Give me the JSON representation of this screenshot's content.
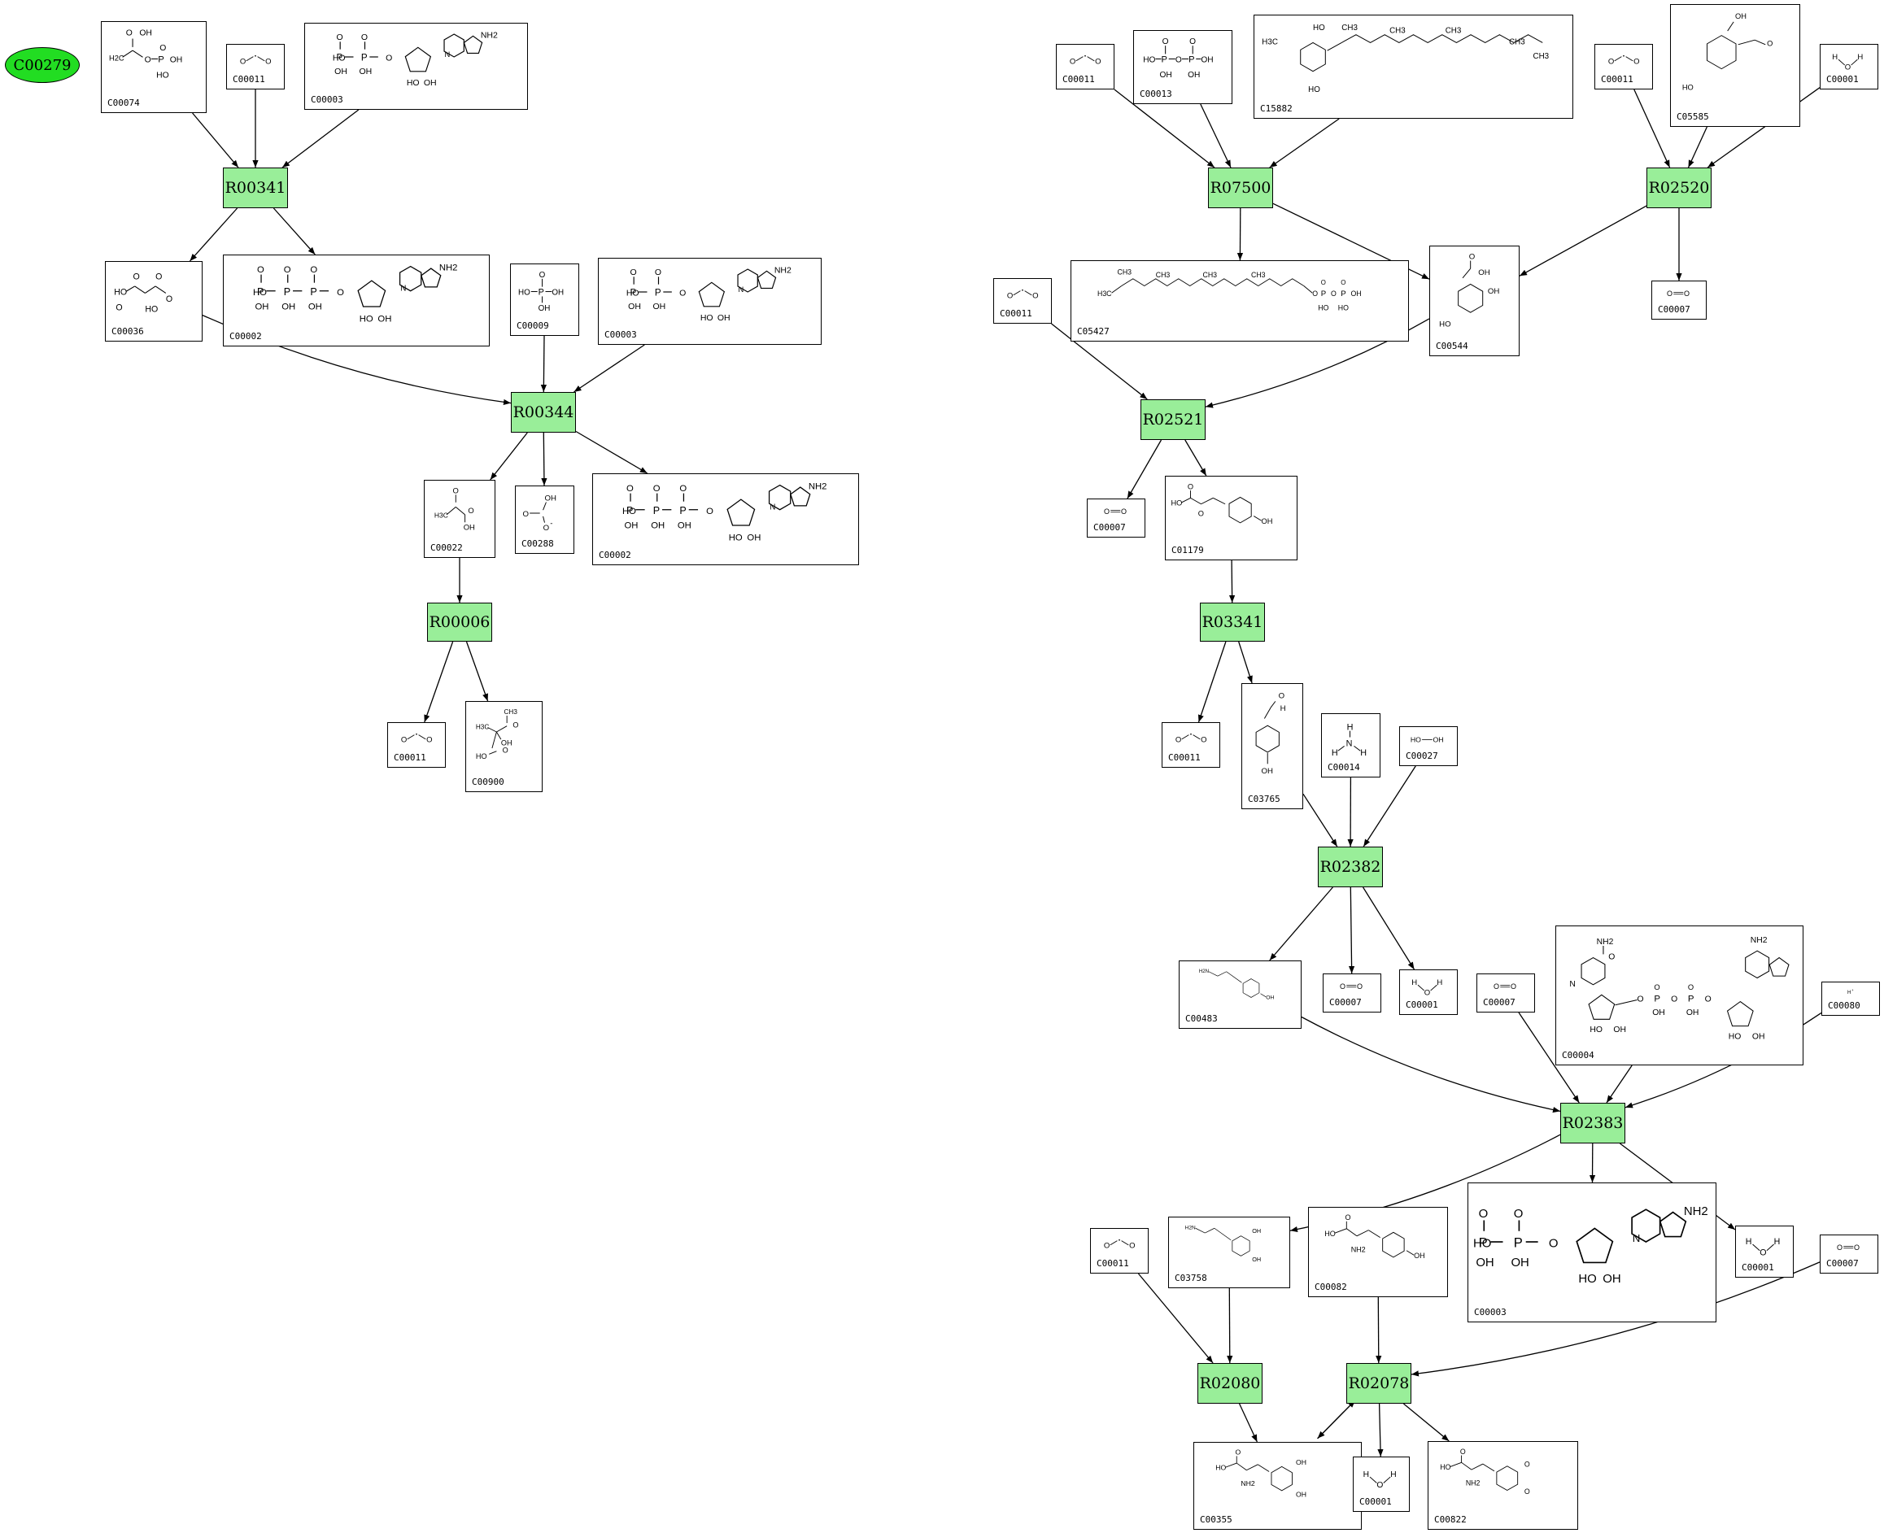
{
  "start_node": {
    "id": "C00279"
  },
  "reactions": [
    {
      "id": "R00341"
    },
    {
      "id": "R00344"
    },
    {
      "id": "R00006"
    },
    {
      "id": "R07500"
    },
    {
      "id": "R02520"
    },
    {
      "id": "R02521"
    },
    {
      "id": "R03341"
    },
    {
      "id": "R02382"
    },
    {
      "id": "R02383"
    },
    {
      "id": "R02080"
    },
    {
      "id": "R02078"
    }
  ],
  "compounds": [
    {
      "key": "n_C00074",
      "id": "C00074",
      "icon": "phosphoenolpyruvate-structure-icon"
    },
    {
      "key": "n_C00011a",
      "id": "C00011",
      "icon": "carbon-dioxide-structure-icon"
    },
    {
      "key": "n_C00003a",
      "id": "C00003",
      "icon": "nad-structure-icon"
    },
    {
      "key": "n_C00036",
      "id": "C00036",
      "icon": "oxaloacetate-structure-icon"
    },
    {
      "key": "n_C00002a",
      "id": "C00002",
      "icon": "atp-structure-icon"
    },
    {
      "key": "n_C00009",
      "id": "C00009",
      "icon": "phosphate-structure-icon"
    },
    {
      "key": "n_C00003b",
      "id": "C00003",
      "icon": "nad-structure-icon"
    },
    {
      "key": "n_C00022",
      "id": "C00022",
      "icon": "pyruvate-structure-icon"
    },
    {
      "key": "n_C00288",
      "id": "C00288",
      "icon": "bicarbonate-structure-icon"
    },
    {
      "key": "n_C00002b",
      "id": "C00002",
      "icon": "atp-structure-icon"
    },
    {
      "key": "n_C00011b",
      "id": "C00011",
      "icon": "carbon-dioxide-structure-icon"
    },
    {
      "key": "n_C00900",
      "id": "C00900",
      "icon": "acetolactate-structure-icon"
    },
    {
      "key": "n_C00011c",
      "id": "C00011",
      "icon": "carbon-dioxide-structure-icon"
    },
    {
      "key": "n_C00013",
      "id": "C00013",
      "icon": "diphosphate-structure-icon"
    },
    {
      "key": "n_C15882",
      "id": "C15882",
      "icon": "phytylhydroquinone-structure-icon"
    },
    {
      "key": "n_C00011d",
      "id": "C00011",
      "icon": "carbon-dioxide-structure-icon"
    },
    {
      "key": "n_C05585",
      "id": "C05585",
      "icon": "gentisaldehyde-structure-icon"
    },
    {
      "key": "n_C00001a",
      "id": "C00001",
      "icon": "water-structure-icon"
    },
    {
      "key": "n_C05427",
      "id": "C05427",
      "icon": "phytyl-diphosphate-structure-icon"
    },
    {
      "key": "n_C00011e",
      "id": "C00011",
      "icon": "carbon-dioxide-structure-icon"
    },
    {
      "key": "n_C00544",
      "id": "C00544",
      "icon": "homogentisate-structure-icon"
    },
    {
      "key": "n_C00007a",
      "id": "C00007",
      "icon": "oxygen-structure-icon"
    },
    {
      "key": "n_C00007b",
      "id": "C00007",
      "icon": "oxygen-structure-icon"
    },
    {
      "key": "n_C01179",
      "id": "C01179",
      "icon": "hydroxyphenylpyruvate-structure-icon"
    },
    {
      "key": "n_C00011f",
      "id": "C00011",
      "icon": "carbon-dioxide-structure-icon"
    },
    {
      "key": "n_C03765",
      "id": "C03765",
      "icon": "hydroxyphenylacetaldehyde-structure-icon"
    },
    {
      "key": "n_C00014",
      "id": "C00014",
      "icon": "ammonia-structure-icon"
    },
    {
      "key": "n_C00027",
      "id": "C00027",
      "icon": "hydrogen-peroxide-structure-icon"
    },
    {
      "key": "n_C00483",
      "id": "C00483",
      "icon": "tyramine-structure-icon"
    },
    {
      "key": "n_C00007c",
      "id": "C00007",
      "icon": "oxygen-structure-icon"
    },
    {
      "key": "n_C00001b",
      "id": "C00001",
      "icon": "water-structure-icon"
    },
    {
      "key": "n_C00007d",
      "id": "C00007",
      "icon": "oxygen-structure-icon"
    },
    {
      "key": "n_C00004",
      "id": "C00004",
      "icon": "nadh-structure-icon"
    },
    {
      "key": "n_C00080",
      "id": "C00080",
      "icon": "proton-structure-icon"
    },
    {
      "key": "n_C00011g",
      "id": "C00011",
      "icon": "carbon-dioxide-structure-icon"
    },
    {
      "key": "n_C03758",
      "id": "C03758",
      "icon": "dopamine-structure-icon"
    },
    {
      "key": "n_C00082",
      "id": "C00082",
      "icon": "tyrosine-structure-icon"
    },
    {
      "key": "n_C00003c",
      "id": "C00003",
      "icon": "nad-structure-icon"
    },
    {
      "key": "n_C00001c",
      "id": "C00001",
      "icon": "water-structure-icon"
    },
    {
      "key": "n_C00007e",
      "id": "C00007",
      "icon": "oxygen-structure-icon"
    },
    {
      "key": "n_C00355",
      "id": "C00355",
      "icon": "dopa-structure-icon"
    },
    {
      "key": "n_C00001d",
      "id": "C00001",
      "icon": "water-structure-icon"
    },
    {
      "key": "n_C00822",
      "id": "C00822",
      "icon": "dopaquinone-structure-icon"
    }
  ],
  "edges": [
    [
      "n_C00074",
      "R00341"
    ],
    [
      "n_C00011a",
      "R00341"
    ],
    [
      "n_C00003a",
      "R00341"
    ],
    [
      "R00341",
      "n_C00036"
    ],
    [
      "R00341",
      "n_C00002a"
    ],
    [
      "n_C00036",
      "R00344"
    ],
    [
      "n_C00009",
      "R00344"
    ],
    [
      "n_C00003b",
      "R00344"
    ],
    [
      "R00344",
      "n_C00022"
    ],
    [
      "R00344",
      "n_C00288"
    ],
    [
      "R00344",
      "n_C00002b"
    ],
    [
      "n_C00022",
      "R00006"
    ],
    [
      "R00006",
      "n_C00011b"
    ],
    [
      "R00006",
      "n_C00900"
    ],
    [
      "n_C00011c",
      "R07500"
    ],
    [
      "n_C00013",
      "R07500"
    ],
    [
      "n_C15882",
      "R07500"
    ],
    [
      "R07500",
      "n_C05427"
    ],
    [
      "R07500",
      "n_C00544"
    ],
    [
      "n_C00011d",
      "R02520"
    ],
    [
      "n_C05585",
      "R02520"
    ],
    [
      "n_C00001a",
      "R02520"
    ],
    [
      "R02520",
      "n_C00544"
    ],
    [
      "R02520",
      "n_C00007a"
    ],
    [
      "n_C00011e",
      "R02521"
    ],
    [
      "n_C00544",
      "R02521"
    ],
    [
      "R02521",
      "n_C00007b"
    ],
    [
      "R02521",
      "n_C01179"
    ],
    [
      "n_C01179",
      "R03341"
    ],
    [
      "R03341",
      "n_C00011f"
    ],
    [
      "R03341",
      "n_C03765"
    ],
    [
      "n_C03765",
      "R02382"
    ],
    [
      "n_C00014",
      "R02382"
    ],
    [
      "n_C00027",
      "R02382"
    ],
    [
      "R02382",
      "n_C00483"
    ],
    [
      "R02382",
      "n_C00007c"
    ],
    [
      "R02382",
      "n_C00001b"
    ],
    [
      "n_C00483",
      "R02383"
    ],
    [
      "n_C00007d",
      "R02383"
    ],
    [
      "n_C00004",
      "R02383"
    ],
    [
      "n_C00080",
      "R02383"
    ],
    [
      "R02383",
      "n_C03758"
    ],
    [
      "R02383",
      "n_C00003c"
    ],
    [
      "R02383",
      "n_C00001c"
    ],
    [
      "n_C00011g",
      "R02080"
    ],
    [
      "n_C03758",
      "R02080"
    ],
    [
      "n_C00082",
      "R02078"
    ],
    [
      "n_C00007e",
      "R02078"
    ],
    [
      "R02080",
      "n_C00355"
    ],
    [
      "n_C00355",
      "R02078"
    ],
    [
      "R02078",
      "n_C00355"
    ],
    [
      "R02078",
      "n_C00001d"
    ],
    [
      "R02078",
      "n_C00822"
    ]
  ]
}
